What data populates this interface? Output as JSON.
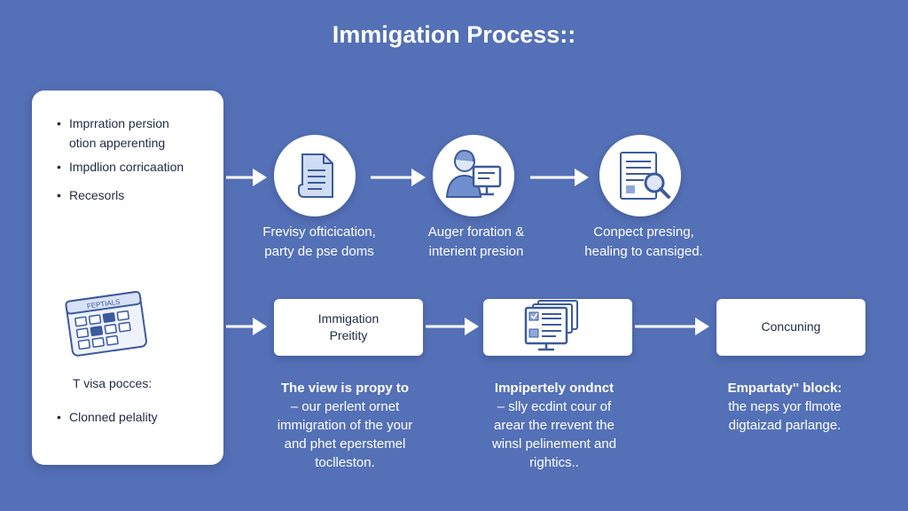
{
  "title": "Immigation Process::",
  "sidebar": {
    "items": [
      "Imprration persion",
      "otion apperenting",
      "Impdlion corricaation",
      "Recesorls"
    ],
    "calendar_label": "FEPTIALS",
    "note": "T visa pocces:",
    "footer_item": "Clonned pelality"
  },
  "top_row": [
    {
      "icon": "document-icon",
      "caption_1": "Frevisy ofticication,",
      "caption_2": "party de pse doms"
    },
    {
      "icon": "person-computer-icon",
      "caption_1": "Auger foration &",
      "caption_2": "interient presion"
    },
    {
      "icon": "document-search-icon",
      "caption_1": "Conpect presing,",
      "caption_2": "healing to cansiged."
    }
  ],
  "bottom_row": {
    "box1_line1": "Immigation",
    "box1_line2": "Preitity",
    "box3": "Concuning"
  },
  "descriptions": [
    {
      "head": "The view is propy to",
      "lines": [
        "– our perlent ornet",
        "immigration of the your",
        "and phet eperstemel",
        "toclleston."
      ]
    },
    {
      "head": "Impipertely ondnct",
      "lines": [
        "– slly ecdint cour of",
        "arear the rrevent the",
        "winsl pelinement and",
        "rightics.."
      ]
    },
    {
      "head": "Empartaty'' block:",
      "lines": [
        "the neps yor flmote",
        "digtaizad parlange."
      ]
    }
  ],
  "colors": {
    "background": "#5470b6",
    "panel": "#ffffff",
    "icon_blue": "#3c5a9e",
    "text_dark": "#1f2a44"
  }
}
